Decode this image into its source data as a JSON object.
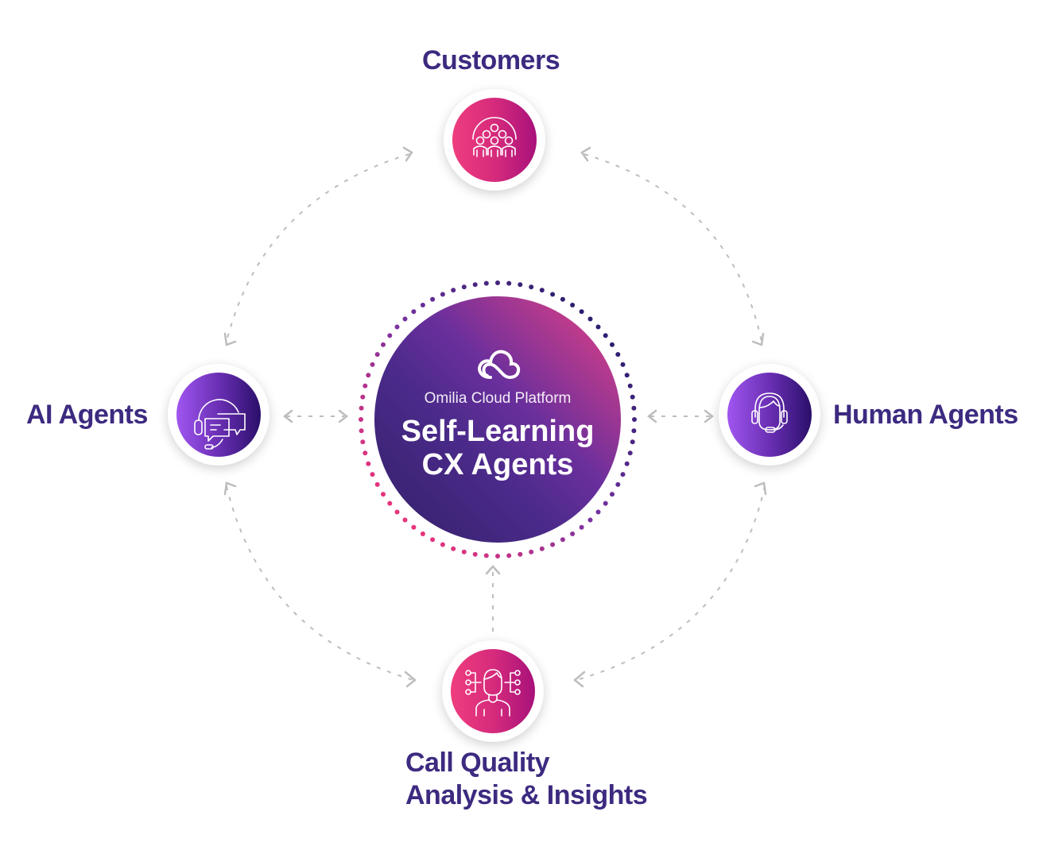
{
  "center": {
    "platform_label": "Omilia Cloud Platform",
    "title_line1": "Self-Learning",
    "title_line2": "CX Agents",
    "icon": "cloud-icon"
  },
  "nodes": {
    "customers": {
      "label": "Customers",
      "icon": "customers-group-icon"
    },
    "ai_agents": {
      "label": "AI Agents",
      "icon": "headset-chat-icon"
    },
    "human_agents": {
      "label": "Human Agents",
      "icon": "agent-headset-icon"
    },
    "call_quality": {
      "label_line1": "Call Quality",
      "label_line2": "Analysis & Insights",
      "icon": "person-network-icon"
    }
  },
  "colors": {
    "label_text": "#3d2a80",
    "pink_gradient_start": "#ef3d7e",
    "pink_gradient_end": "#a8117a",
    "purple_gradient_start": "#a056f0",
    "purple_gradient_end": "#2a0f6a",
    "connector": "#bdbdbd"
  }
}
